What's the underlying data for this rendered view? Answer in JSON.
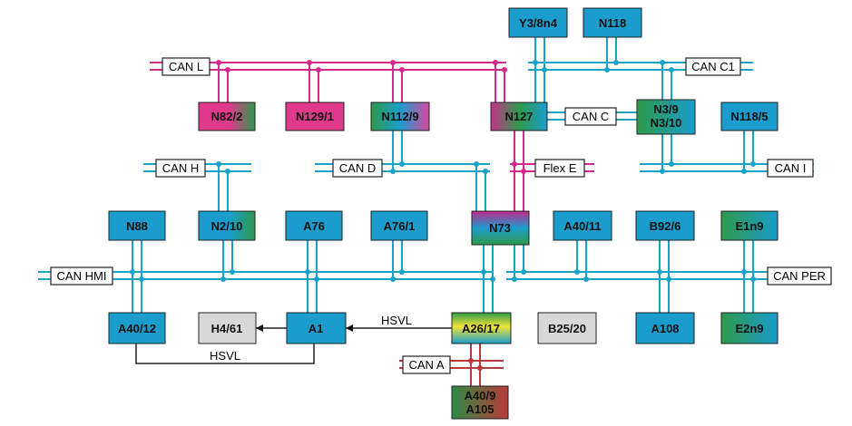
{
  "colors": {
    "can": "#1aa3c8",
    "flex": "#d52a8b",
    "can_a": "#b93a3a",
    "ecu_blue": "#1a9ccd",
    "ecu_pink": "#e0388a",
    "ecu_grey": "#d8d8d8",
    "ecu_green": "#2e9a4b",
    "box_border": "#222222"
  },
  "buses": {
    "can_l": "CAN L",
    "can_h": "CAN H",
    "can_d": "CAN D",
    "can_c": "CAN C",
    "can_c1": "CAN C1",
    "flex_e": "Flex E",
    "can_i": "CAN I",
    "can_hmi": "CAN HMI",
    "can_per": "CAN PER",
    "can_a": "CAN A"
  },
  "links": {
    "hsvl_top": "HSVL",
    "hsvl_bottom": "HSVL"
  },
  "nodes": {
    "y3_8n4": "Y3/8n4",
    "n118": "N118",
    "n82_2": "N82/2",
    "n129_1": "N129/1",
    "n112_9": "N112/9",
    "n127": "N127",
    "n3_9": "N3/9",
    "n3_10": "N3/10",
    "n118_5": "N118/5",
    "n88": "N88",
    "n2_10": "N2/10",
    "a76": "A76",
    "a76_1": "A76/1",
    "n73": "N73",
    "a40_11": "A40/11",
    "b92_6": "B92/6",
    "e1n9": "E1n9",
    "a40_12": "A40/12",
    "h4_61": "H4/61",
    "a1": "A1",
    "a26_17": "A26/17",
    "b25_20": "B25/20",
    "a108": "A108",
    "e2n9": "E2n9",
    "a40_9": "A40/9",
    "a105": "A105"
  }
}
